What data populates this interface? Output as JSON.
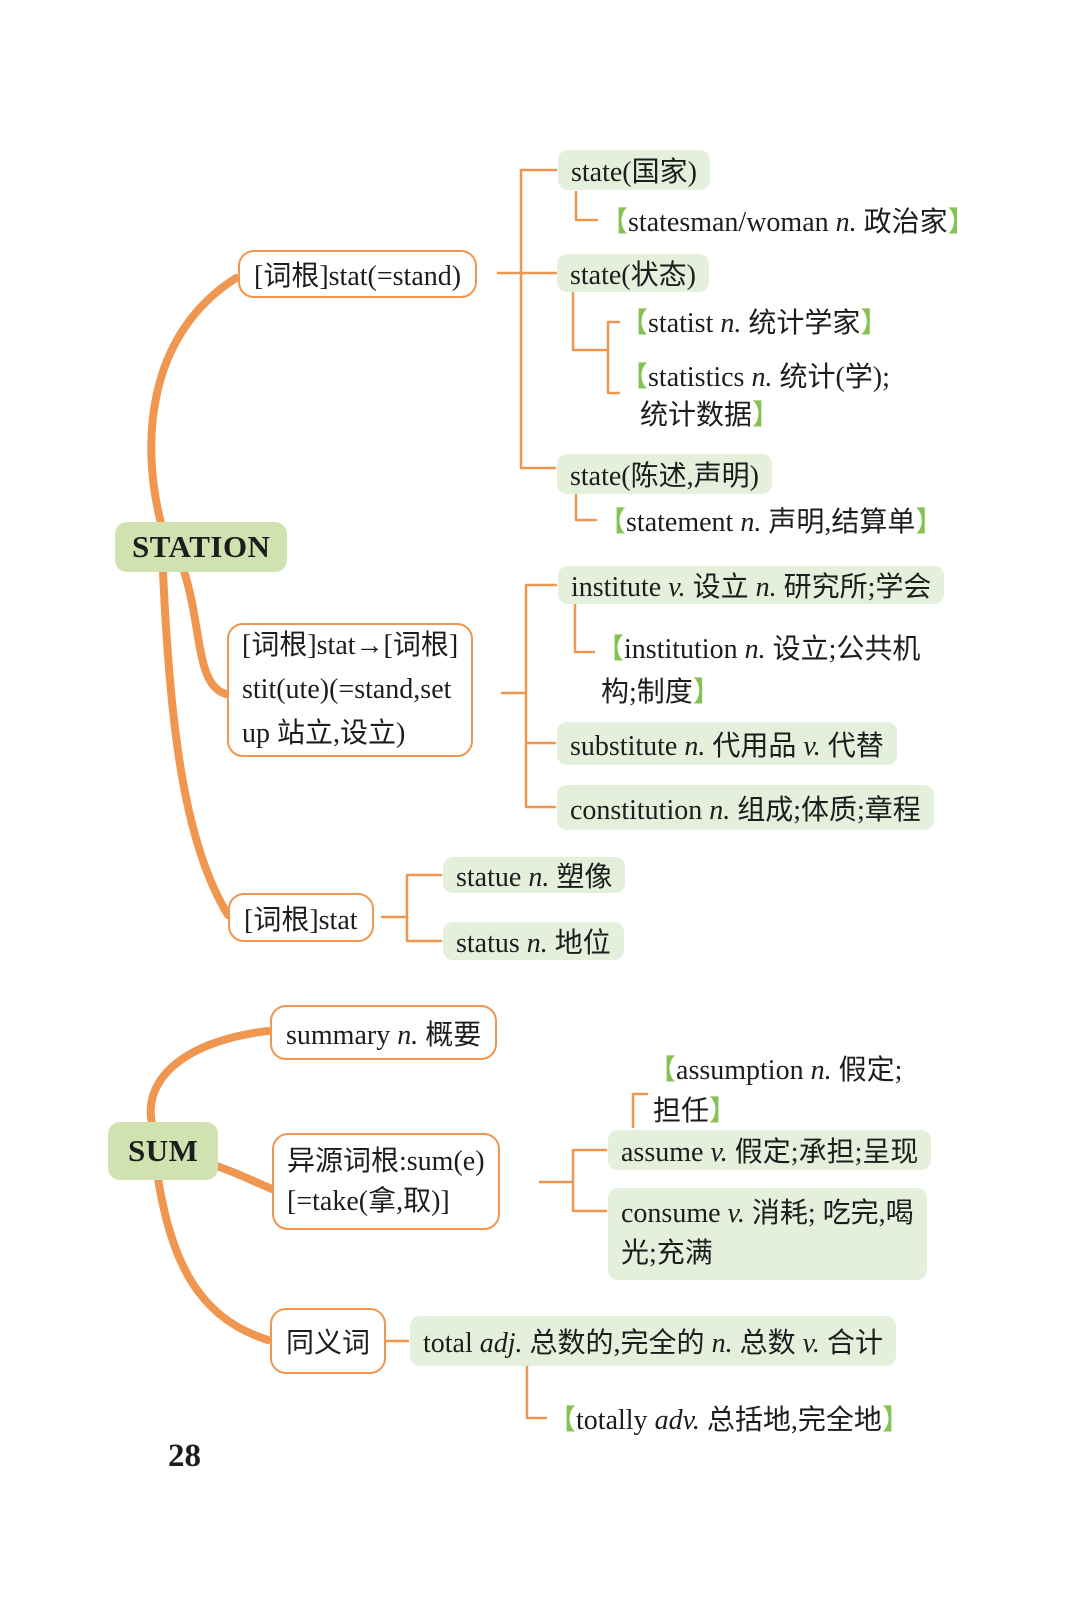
{
  "page_number": "28",
  "colors": {
    "accent_orange": "#ef9750",
    "node_green_fill": "#e4efdc",
    "key_green_fill": "#cfe2b0",
    "bracket_green": "#84c253"
  },
  "station": {
    "label": "STATION",
    "branches": [
      {
        "root_lines": [
          "[词根]stat(=stand)"
        ],
        "children": [
          {
            "lines": [
              "state(国家)"
            ],
            "annotations": [
              "【statesman/woman n. 政治家】"
            ]
          },
          {
            "lines": [
              "state(状态)"
            ],
            "annotations": [
              "【statist n. 统计学家】",
              "【statistics n. 统计(学);",
              "统计数据】"
            ]
          },
          {
            "lines": [
              "state(陈述,声明)"
            ],
            "annotations": [
              "【statement n. 声明,结算单】"
            ]
          }
        ]
      },
      {
        "root_lines": [
          "[词根]stat→[词根]",
          "stit(ute)(=stand,set",
          "up 站立,设立)"
        ],
        "children": [
          {
            "lines": [
              "institute v. 设立 n. 研究所;学会"
            ],
            "annotations": [
              "【institution n. 设立;公共机",
              "构;制度】"
            ]
          },
          {
            "lines": [
              "substitute n. 代用品 v. 代替"
            ],
            "annotations": []
          },
          {
            "lines": [
              "constitution n. 组成;体质;章程"
            ],
            "annotations": []
          }
        ]
      },
      {
        "root_lines": [
          "[词根]stat"
        ],
        "children": [
          {
            "lines": [
              "statue n. 塑像"
            ],
            "annotations": []
          },
          {
            "lines": [
              "status n. 地位"
            ],
            "annotations": []
          }
        ]
      }
    ]
  },
  "sum": {
    "label": "SUM",
    "branches": [
      {
        "root_lines": [
          "summary n. 概要"
        ],
        "children": []
      },
      {
        "root_lines": [
          "异源词根:sum(e)",
          "[=take(拿,取)]"
        ],
        "children": [
          {
            "lines": [
              "assume v. 假定;承担;呈现"
            ],
            "annotations": [
              "【assumption n. 假定;",
              "担任】"
            ]
          },
          {
            "lines": [
              "consume v. 消耗; 吃完,喝",
              "光;充满"
            ],
            "annotations": []
          }
        ]
      },
      {
        "root_lines": [
          "同义词"
        ],
        "children": [
          {
            "lines": [
              "total adj. 总数的,完全的 n. 总数 v. 合计"
            ],
            "annotations": [
              "【totally adv. 总括地,完全地】"
            ]
          }
        ]
      }
    ]
  }
}
